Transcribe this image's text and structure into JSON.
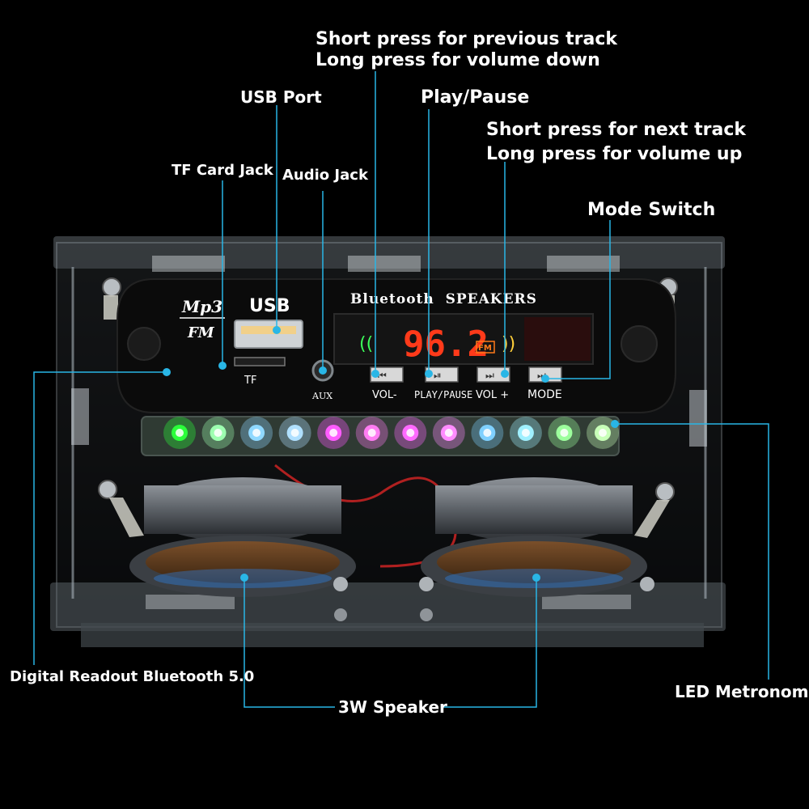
{
  "callouts": {
    "prev_track_line1": "Short press for previous track",
    "prev_track_line2": "Long press for volume down",
    "usb_port": "USB Port",
    "play_pause": "Play/Pause",
    "next_track_line1": "Short press for next track",
    "next_track_line2": "Long press for volume up",
    "tf_card_jack": "TF Card Jack",
    "audio_jack": "Audio Jack",
    "mode_switch": "Mode Switch",
    "digital_readout": "Digital Readout Bluetooth 5.0",
    "speaker": "3W Speaker",
    "led_metronome": "LED Metronome"
  },
  "panel": {
    "mp3_logo_top": "Mp3",
    "mp3_logo_bottom": "FM",
    "usb_label": "USB",
    "tf_label": "TF",
    "aux_label": "AUX",
    "brand_title": "Bluetooth  SPEAKERS",
    "display_value": "96.2",
    "display_mode": "FM",
    "btn_vol_minus": "VOL-",
    "btn_play_pause": "PLAY/PAUSE",
    "btn_vol_plus": "VOL +",
    "btn_mode": "MODE"
  },
  "colors": {
    "background": "#000000",
    "leader_line": "#29b6e6",
    "display_digits": "#ff3a1a",
    "led_colors": [
      "#2bff3a",
      "#9dffb0",
      "#8fd8ff",
      "#b0e0ff",
      "#ff5cff",
      "#ff7cf2",
      "#ff6aff",
      "#ff8cff",
      "#7fd0ff",
      "#a0f0ff",
      "#9dff9d",
      "#c8ffb8"
    ]
  }
}
